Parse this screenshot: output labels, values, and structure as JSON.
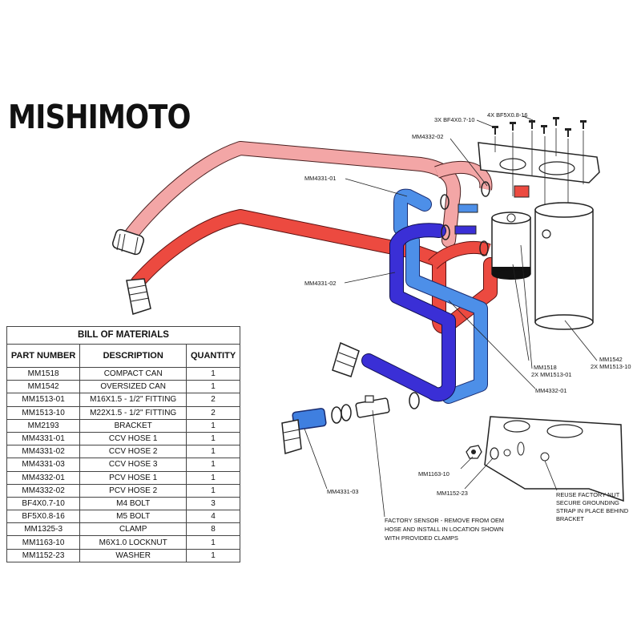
{
  "brand": "MISHIMOTO",
  "bom": {
    "title": "BILL OF MATERIALS",
    "headers": {
      "part_number": "PART NUMBER",
      "description": "DESCRIPTION",
      "quantity": "QUANTITY"
    },
    "rows": [
      {
        "part": "MM1518",
        "desc": "COMPACT CAN",
        "qty": "1"
      },
      {
        "part": "MM1542",
        "desc": "OVERSIZED CAN",
        "qty": "1"
      },
      {
        "part": "MM1513-01",
        "desc": "M16X1.5 - 1/2\" FITTING",
        "qty": "2"
      },
      {
        "part": "MM1513-10",
        "desc": "M22X1.5 - 1/2\" FITTING",
        "qty": "2"
      },
      {
        "part": "MM2193",
        "desc": "BRACKET",
        "qty": "1"
      },
      {
        "part": "MM4331-01",
        "desc": "CCV HOSE 1",
        "qty": "1"
      },
      {
        "part": "MM4331-02",
        "desc": "CCV HOSE 2",
        "qty": "1"
      },
      {
        "part": "MM4331-03",
        "desc": "CCV HOSE 3",
        "qty": "1"
      },
      {
        "part": "MM4332-01",
        "desc": "PCV HOSE 1",
        "qty": "1"
      },
      {
        "part": "MM4332-02",
        "desc": "PCV HOSE 2",
        "qty": "1"
      },
      {
        "part": "BF4X0.7-10",
        "desc": "M4 BOLT",
        "qty": "3"
      },
      {
        "part": "BF5X0.8-16",
        "desc": "M5 BOLT",
        "qty": "4"
      },
      {
        "part": "MM1325-3",
        "desc": "CLAMP",
        "qty": "8"
      },
      {
        "part": "MM1163-10",
        "desc": "M6X1.0 LOCKNUT",
        "qty": "1"
      },
      {
        "part": "MM1152-23",
        "desc": "WASHER",
        "qty": "1"
      }
    ]
  },
  "callouts": {
    "bolts_m4": "3X BF4X0.7-10",
    "bolts_m5": "4X BF5X0.8-16",
    "pcv2": "MM4332-02",
    "ccv1": "MM4331-01",
    "ccv2": "MM4331-02",
    "compact_can": "MM1518",
    "compact_fitting": "2X MM1513-01",
    "oversized_can": "MM1542",
    "oversized_fitting": "2X MM1513-10",
    "pcv1": "MM4332-01",
    "ccv3": "MM4331-03",
    "locknut": "MM1163-10",
    "washer": "MM1152-23"
  },
  "notes": {
    "sensor": [
      "FACTORY SENSOR - REMOVE FROM OEM",
      "HOSE AND INSTALL IN LOCATION SHOWN",
      "WITH PROVIDED CLAMPS"
    ],
    "nut": [
      "REUSE FACTORY NUT",
      "SECURE GROUNDING",
      "STRAP IN PLACE BEHIND",
      "BRACKET"
    ]
  },
  "colors": {
    "pcv_hose_light": "#f3a6a6",
    "pcv_hose": "#ec4a40",
    "ccv_hose_light": "#4d8fe8",
    "ccv_hose": "#3a2fd6",
    "ccv_hose_3": "#3f7fe0"
  }
}
